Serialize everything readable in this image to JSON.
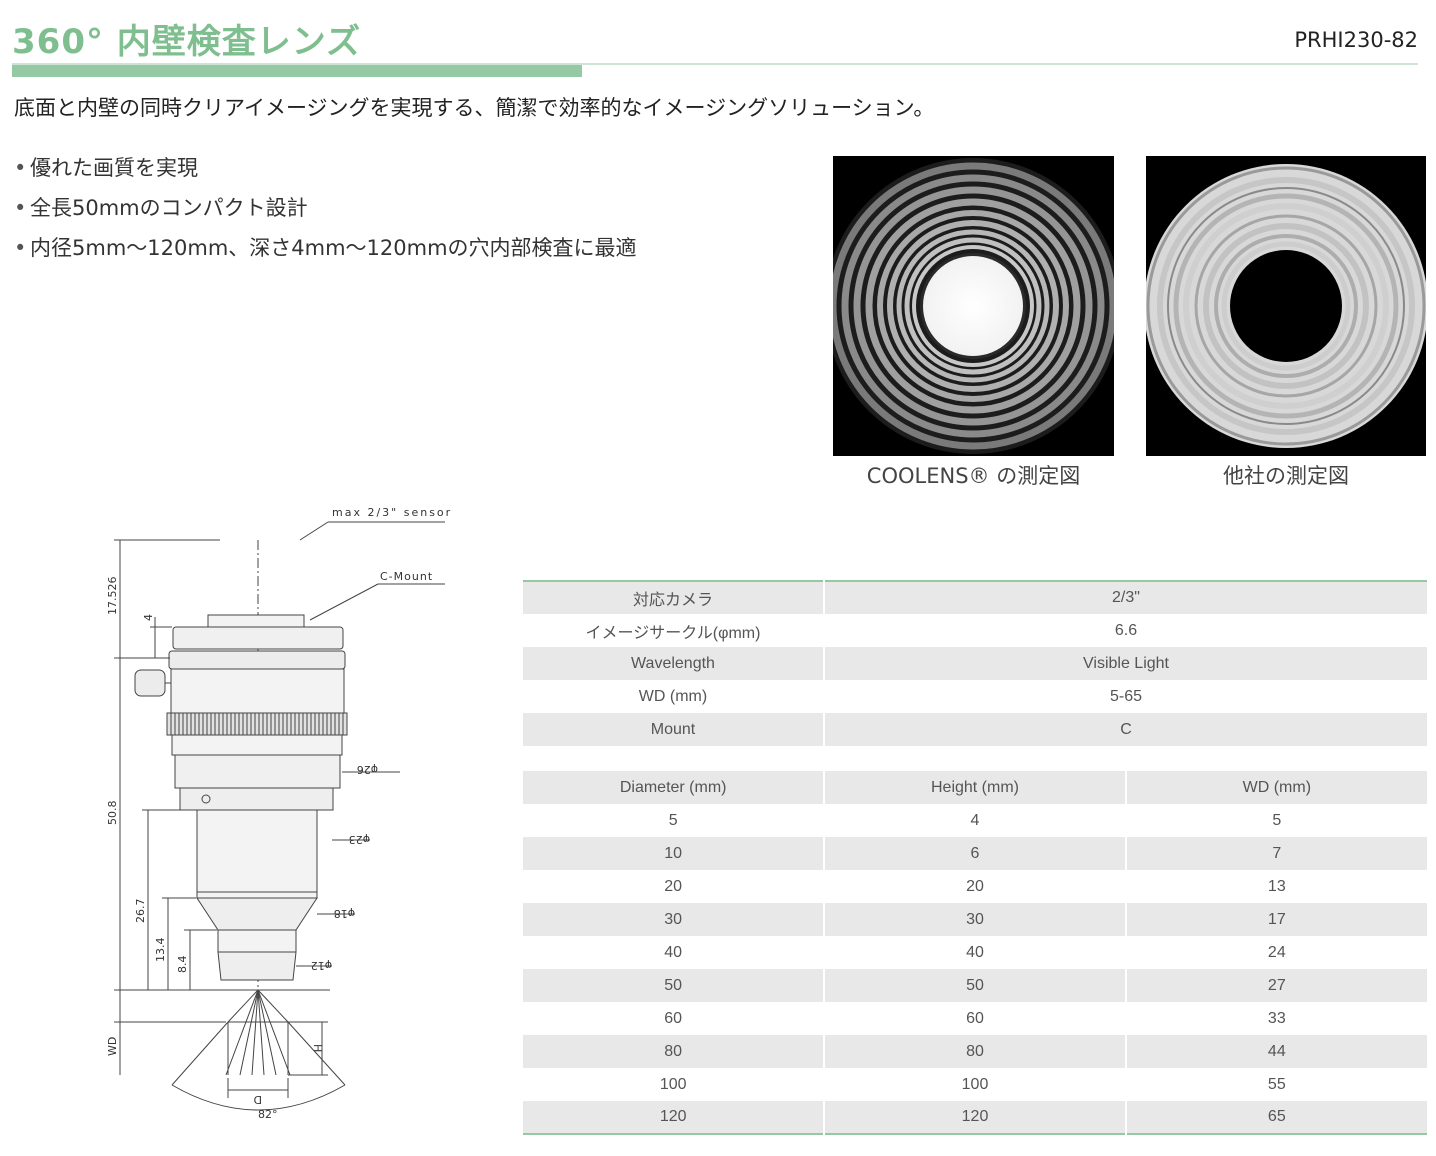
{
  "header": {
    "title": "360° 内壁検査レンズ",
    "model_code": "PRHI230-82",
    "accent_color": "#94c9a3"
  },
  "subtitle": "底面と内壁の同時クリアイメージングを実現する、簡潔で効率的なイメージングソリューション。",
  "features": [
    "優れた画質を実現",
    "全長50mmのコンパクト設計",
    "内径5mm〜120mm、深さ4mm〜120mmの穴内部検査に最適"
  ],
  "images": [
    {
      "caption": "COOLENS® の測定図"
    },
    {
      "caption": "他社の測定図"
    }
  ],
  "drawing": {
    "labels": {
      "sensor": "max 2/3\" sensor",
      "mount": "C-Mount",
      "dim_17_526": "17.526",
      "dim_4": "4",
      "dim_50_8": "50.8",
      "dim_26_7": "26.7",
      "dim_13_4": "13.4",
      "dim_8_4": "8.4",
      "dia_26": "φ26",
      "dia_23": "φ23",
      "dia_18": "φ18",
      "dia_12": "φ12",
      "wd": "WD",
      "h": "H",
      "d": "D",
      "angle": "82°"
    }
  },
  "spec_table": [
    {
      "label": "対応カメラ",
      "value": "2/3\""
    },
    {
      "label": "イメージサークル(φmm)",
      "value": "6.6"
    },
    {
      "label": "Wavelength",
      "value": "Visible Light"
    },
    {
      "label": "WD (mm)",
      "value": "5-65"
    },
    {
      "label": "Mount",
      "value": "C"
    }
  ],
  "dimension_table": {
    "headers": [
      "Diameter (mm)",
      "Height (mm)",
      "WD (mm)"
    ],
    "rows": [
      [
        "5",
        "4",
        "5"
      ],
      [
        "10",
        "6",
        "7"
      ],
      [
        "20",
        "20",
        "13"
      ],
      [
        "30",
        "30",
        "17"
      ],
      [
        "40",
        "40",
        "24"
      ],
      [
        "50",
        "50",
        "27"
      ],
      [
        "60",
        "60",
        "33"
      ],
      [
        "80",
        "80",
        "44"
      ],
      [
        "100",
        "100",
        "55"
      ],
      [
        "120",
        "120",
        "65"
      ]
    ]
  }
}
